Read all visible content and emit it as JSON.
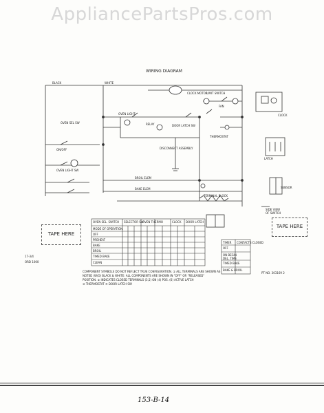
{
  "watermark": "AppliancePartsPros.com",
  "diagram_title": "WIRING DIAGRAM",
  "labels": {
    "black": "BLACK",
    "white": "WHITE",
    "clock": "CLOCK",
    "clock_motor": "CLOCK MOTOR",
    "fan": "FAN",
    "limit_switch": "LIMIT SWITCH",
    "oven_light": "OVEN LIGHT",
    "door_latch_sw": "DOOR LATCH SW",
    "relay": "RELAY",
    "disconnect": "DISCONNECT ASSEMBLY",
    "broil": "BROIL ELEM",
    "bake": "BAKE ELEM",
    "oven_sel_sw": "OVEN SEL SW",
    "thermostat": "THERMOSTAT",
    "terminal_block": "TERMINAL BLOCK",
    "oven_light_sw": "OVEN LIGHT SW",
    "clock_sw": "CLOCK",
    "on_off": "ON/OFF",
    "latch": "LATCH",
    "sensor": "SENSOR",
    "side_view": "SIDE VIEW",
    "of_switch": "OF SWITCH",
    "tape_here_left": "TAPE HERE",
    "tape_here_right": "TAPE HERE",
    "left_margin_1": "17-3/4",
    "left_margin_2": "ORD 1000",
    "part_no": "PT NO. 303169 2",
    "handwritten_code": "153-B-14"
  },
  "switch_table": {
    "title_rows": [
      "OVEN SEL. SWITCH",
      "SELECTOR SW",
      "OVEN THERMO",
      "CLOCK",
      "DOOR LATCH"
    ],
    "rows": [
      "MODE OF OPERATION",
      "OFF",
      "PREHEAT",
      "BAKE",
      "BROIL",
      "TIMED BAKE",
      "CLEAN"
    ]
  },
  "side_table": {
    "header": [
      "TIMER",
      "CONTACTS CLOSED"
    ],
    "rows": [
      "OFF",
      "ON BEGIN",
      "DEL. TIME",
      "TIMED BAKE",
      "BAKE & BROIL"
    ]
  },
  "notes": [
    "COMPONENT SYMBOLS DO NOT REFLECT TRUE CONFIGURATION. ① ALL TERMINALS ARE SHOWN AS",
    "NOTED (W/O) BLACK & WHITE: ALL COMPONENTS ARE SHOWN IN \"OFF\" OR \"RELEASED\"",
    "POSITION. ② INDICATES CLOSED TERMINALS (3,5) ON (4) POS. (6) ACTIVE LATCH",
    "③ THERMOSTAT ④ DOOR LATCH SW"
  ]
}
